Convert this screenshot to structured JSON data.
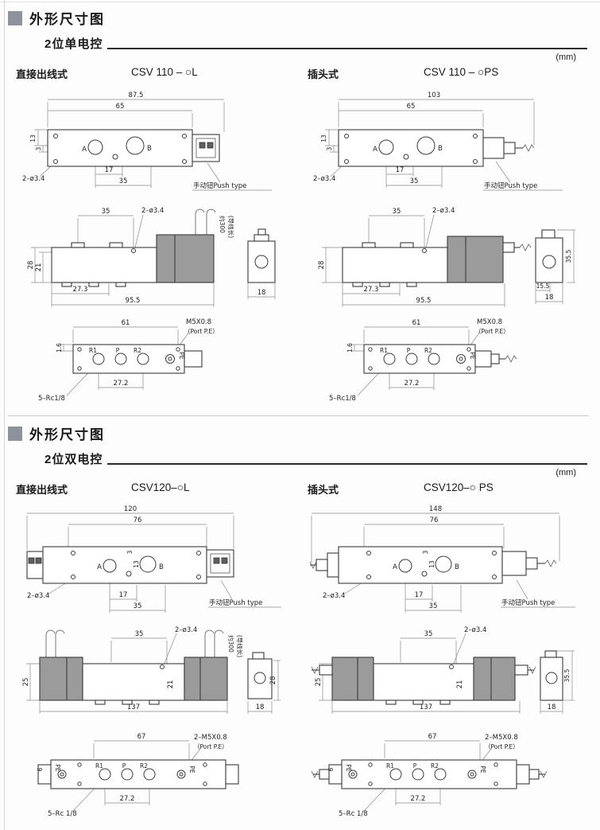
{
  "page": {
    "sections": [
      {
        "header": "外形尺寸图",
        "subtitle": "2位单电控",
        "unit": "(mm)",
        "columns": [
          {
            "type_label": "直接出线式",
            "model": "CSV 110 – ○L",
            "top": {
              "overall": "87.5",
              "body": "65",
              "h13": "13",
              "h3": "3",
              "portA": "A",
              "portB": "B",
              "holes": "2–ø3.4",
              "pitch": "17",
              "span": "35",
              "manual": "手动钮Push type"
            },
            "side": {
              "span": "35",
              "holes": "2–ø3.4",
              "wire1": "约300",
              "wire2": "(导线长)",
              "h28": "28",
              "h21": "21",
              "d1": "27.3",
              "d2": "95.5",
              "end_w": "18"
            },
            "bottom": {
              "span": "61",
              "thread": "M5X0.8",
              "port": "（Port P.E）",
              "r1": "R1",
              "p": "P",
              "r2": "R2",
              "pe": "PE",
              "h": "1.6",
              "ports": "5–Rc1/8",
              "pitch": "27.2"
            }
          },
          {
            "type_label": "插头式",
            "model": "CSV 110 – ○PS",
            "top": {
              "overall": "103",
              "body": "65",
              "h13": "13",
              "h3": "3",
              "portA": "A",
              "portB": "B",
              "holes": "2–ø3.4",
              "pitch": "17",
              "span": "35",
              "manual": "手动钮Push type"
            },
            "side": {
              "span": "35",
              "holes": "2–ø3.4",
              "h28": "28",
              "d1": "27.3",
              "d2": "95.5",
              "end_h": "35.5",
              "end_d": "15.5",
              "end_w": "18"
            },
            "bottom": {
              "span": "61",
              "thread": "M5X0.8",
              "port": "（Port P.E）",
              "r1": "R1",
              "p": "P",
              "r2": "R2",
              "pe": "PE",
              "h": "1.6",
              "ports": "5–Rc1/8",
              "pitch": "27.2"
            }
          }
        ]
      },
      {
        "header": "外形尺寸图",
        "subtitle": "2位双电控",
        "unit": "(mm)",
        "columns": [
          {
            "type_label": "直接出线式",
            "model": "CSV120–○L",
            "top": {
              "overall": "120",
              "body": "76",
              "h13": "13",
              "h3": "3",
              "portA": "A",
              "portB": "B",
              "holes": "2–ø3.4",
              "pitch": "17",
              "span": "35",
              "manual": "手动钮Push type"
            },
            "side": {
              "span": "35",
              "holes": "2–ø3.4",
              "wire1": "约300",
              "wire2": "(导线长)",
              "h25": "25",
              "h21": "21",
              "end_h": "28",
              "d2": "137",
              "end_w": "18"
            },
            "bottom": {
              "span": "67",
              "thread": "2–M5X0.8",
              "port": "（Port P.E）",
              "pe_l": "PE",
              "h6": "6",
              "r1": "R1",
              "p": "P",
              "r2": "R2",
              "pe": "PE",
              "ports": "5–Rc 1/8",
              "pitch": "27.2"
            }
          },
          {
            "type_label": "插头式",
            "model": "CSV120–○ PS",
            "top": {
              "overall": "148",
              "body": "76",
              "h13": "13",
              "h3": "3",
              "portA": "A",
              "portB": "B",
              "holes": "2–ø3.4",
              "pitch": "17",
              "span": "35",
              "manual": "手动钮Push type"
            },
            "side": {
              "span": "35",
              "holes": "2–ø3.4",
              "h25": "25",
              "h21": "21",
              "end_h": "35.5",
              "d2": "137",
              "end_w": "18"
            },
            "bottom": {
              "span": "67",
              "thread": "2–M5X0.8",
              "port": "（Port P.E）",
              "pe_l": "PE",
              "h6": "6",
              "r1": "R1",
              "p": "P",
              "r2": "R2",
              "pe": "PE",
              "ports": "5–Rc 1/8",
              "pitch": "27.2"
            }
          }
        ]
      }
    ]
  }
}
